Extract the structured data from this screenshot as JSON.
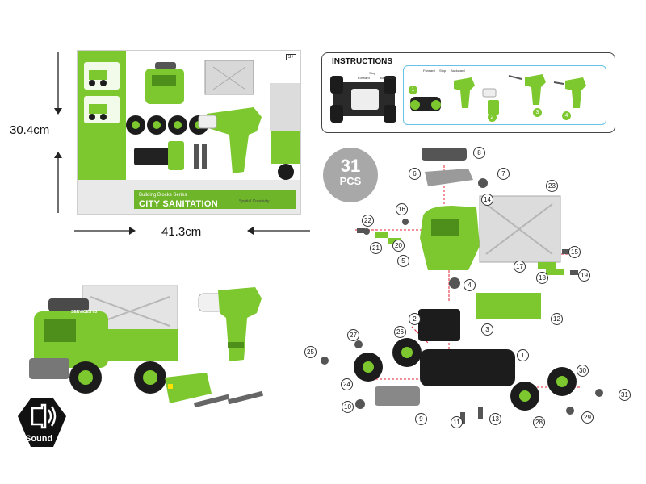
{
  "package": {
    "series": "Building Blocks Series",
    "title": "CITY SANITATION",
    "subtitle": "Spatial Creativity",
    "age_badge": "3+"
  },
  "dimensions": {
    "height": "30.4cm",
    "width": "41.3cm"
  },
  "instructions": {
    "title": "INSTRUCTIONS",
    "switch_labels": [
      "Forward",
      "Stop",
      "Backward"
    ],
    "steps": [
      "1",
      "2",
      "3",
      "4"
    ]
  },
  "pieces": {
    "count": "31",
    "unit": "PCS"
  },
  "parts": [
    "1",
    "2",
    "3",
    "4",
    "5",
    "6",
    "7",
    "8",
    "9",
    "10",
    "11",
    "12",
    "13",
    "14",
    "15",
    "16",
    "17",
    "18",
    "19",
    "20",
    "21",
    "22",
    "23",
    "24",
    "25",
    "26",
    "27",
    "28",
    "29",
    "30",
    "31"
  ],
  "truck": {
    "door_text": "SERVICES 03"
  },
  "sound": {
    "label": "Sound"
  },
  "colors": {
    "toy_green": "#7cc82e",
    "dark_green": "#4e8f1c",
    "tire_black": "#1c1c1c",
    "body_grey": "#8a8a8a",
    "guide_red": "#e22233",
    "instr_blue": "#69c1e8",
    "badge_grey": "#a8a8a8"
  }
}
